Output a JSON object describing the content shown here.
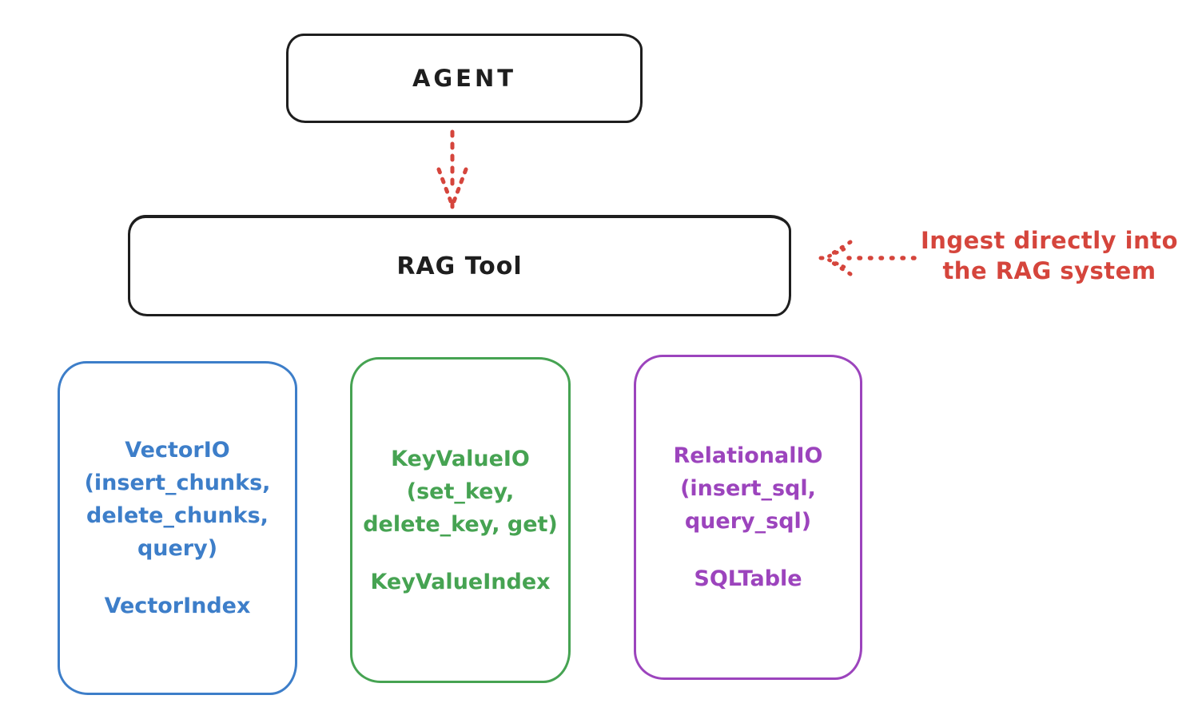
{
  "palette": {
    "ink": "#1e1e1e",
    "red": "#d5453c",
    "blue": "#3d7ec9",
    "green": "#46a352",
    "purple": "#9c44bd",
    "background": "#ffffff"
  },
  "agent": {
    "label": "AGENT"
  },
  "rag_tool": {
    "label": "RAG Tool"
  },
  "annotation": {
    "line1": "Ingest directly into",
    "line2": "the RAG system"
  },
  "stores": [
    {
      "name": "VectorIO",
      "color": "#3d7ec9",
      "lines": [
        "VectorIO",
        "(insert_chunks,",
        "delete_chunks,",
        "query)"
      ],
      "index_label": "VectorIndex"
    },
    {
      "name": "KeyValueIO",
      "color": "#46a352",
      "lines": [
        "KeyValueIO",
        "(set_key,",
        "delete_key, get)"
      ],
      "index_label": "KeyValueIndex"
    },
    {
      "name": "RelationalIO",
      "color": "#9c44bd",
      "lines": [
        "RelationalIO",
        "(insert_sql,",
        "query_sql)"
      ],
      "index_label": "SQLTable"
    }
  ]
}
